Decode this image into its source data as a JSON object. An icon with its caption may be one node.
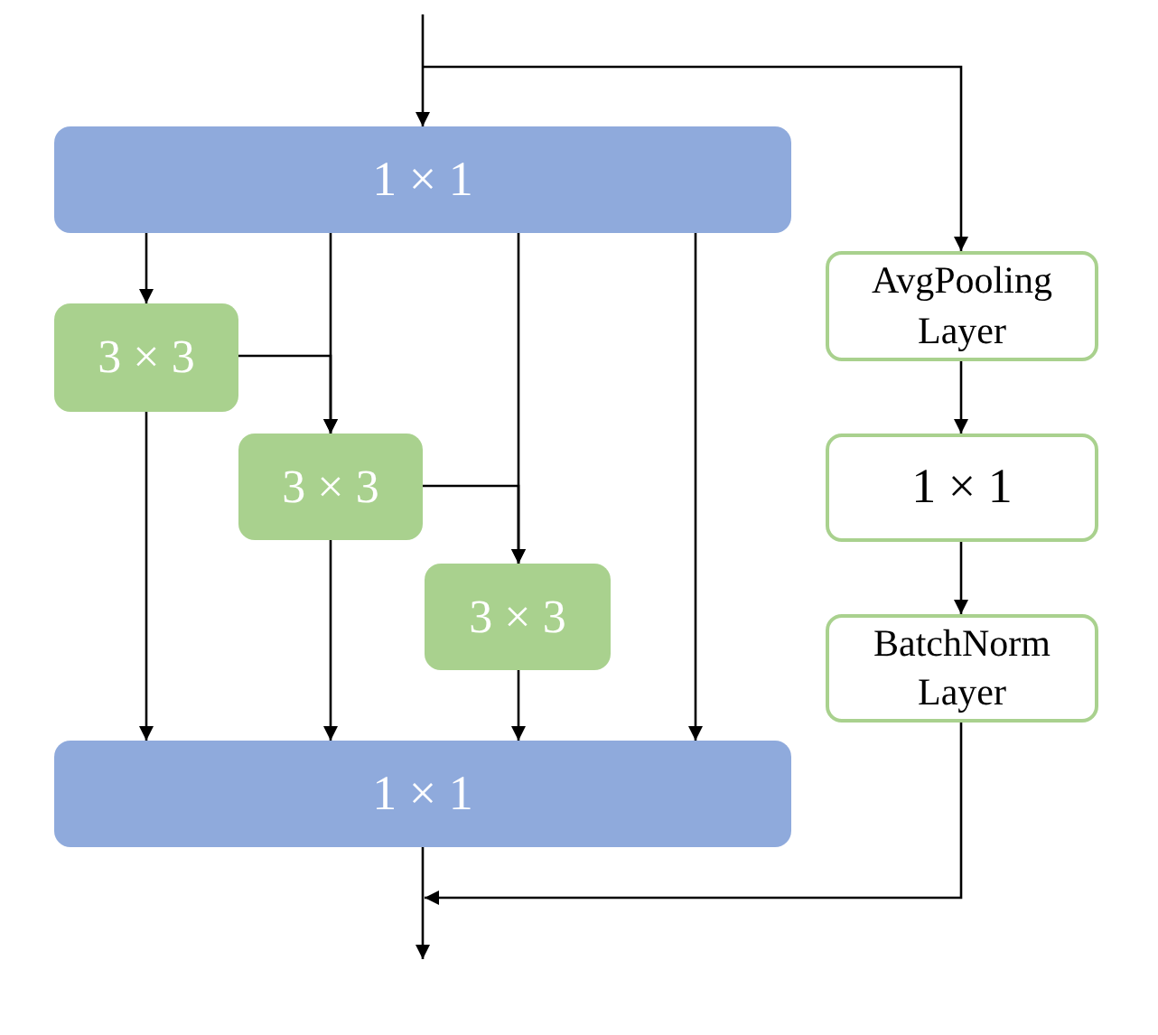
{
  "diagram": {
    "nodes": [
      {
        "text": [
          "1 × 1"
        ]
      },
      {
        "text": [
          "3 × 3"
        ]
      },
      {
        "text": [
          "3 × 3"
        ]
      },
      {
        "text": [
          "3 × 3"
        ]
      },
      {
        "text": [
          "1 × 1"
        ]
      },
      {
        "text": [
          "AvgPooling Layer"
        ]
      },
      {
        "text": [
          "1 × 1"
        ]
      },
      {
        "text": [
          "BatchNorm Layer"
        ]
      }
    ],
    "edges": [
      {
        "from": null,
        "to": 0,
        "arrow": "to"
      },
      {
        "from": null,
        "to": 5,
        "arrow": "to"
      },
      {
        "from": 0,
        "to": 1,
        "arrow": "to"
      },
      {
        "from": 0,
        "to": 2,
        "arrow": "to"
      },
      {
        "from": 1,
        "to": 2,
        "arrow": "to"
      },
      {
        "from": 0,
        "to": 3,
        "arrow": "to"
      },
      {
        "from": 2,
        "to": 3,
        "arrow": "to"
      },
      {
        "from": 0,
        "to": 4,
        "arrow": "to"
      },
      {
        "from": 1,
        "to": 4,
        "arrow": "to"
      },
      {
        "from": 2,
        "to": 4,
        "arrow": "to"
      },
      {
        "from": 3,
        "to": 4,
        "arrow": "to"
      },
      {
        "from": 5,
        "to": 6,
        "arrow": "to"
      },
      {
        "from": 6,
        "to": 7,
        "arrow": "to"
      },
      {
        "from": 4,
        "to": null,
        "arrow": "to"
      },
      {
        "from": 7,
        "to": null,
        "arrow": "to"
      }
    ]
  }
}
